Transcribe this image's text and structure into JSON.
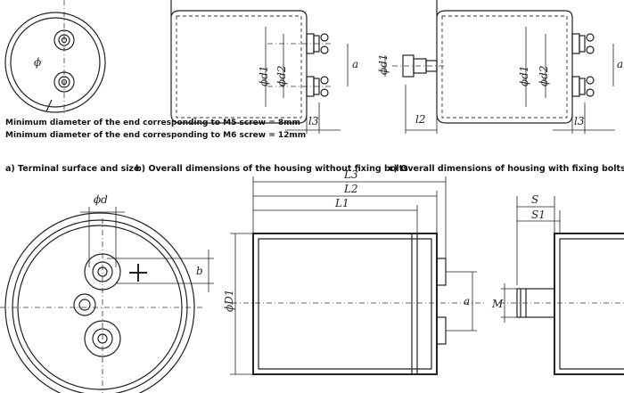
{
  "notes": {
    "m5": "Minimum diameter of the end corresponding to M5 screw = 8mm",
    "m6": "Minimum diameter of the end corresponding to M6 screw = 12mm"
  },
  "captions": {
    "a": "a) Terminal surface and size",
    "b": "b) Overall dimensions of the housing without fixing bolts",
    "c": "c) Overall dimensions of housing with fixing bolts"
  },
  "dimension_labels": {
    "phi": "ϕ",
    "phi_d1": "ϕd1",
    "phi_d2": "ϕd2",
    "phi_d": "ϕd",
    "phi_D1": "ϕD1",
    "a": "a",
    "b": "b",
    "l2": "l2",
    "l3": "l3",
    "L1": "L1",
    "L2": "L2",
    "L3": "L3",
    "S": "S",
    "S1": "S1",
    "M": "M"
  }
}
